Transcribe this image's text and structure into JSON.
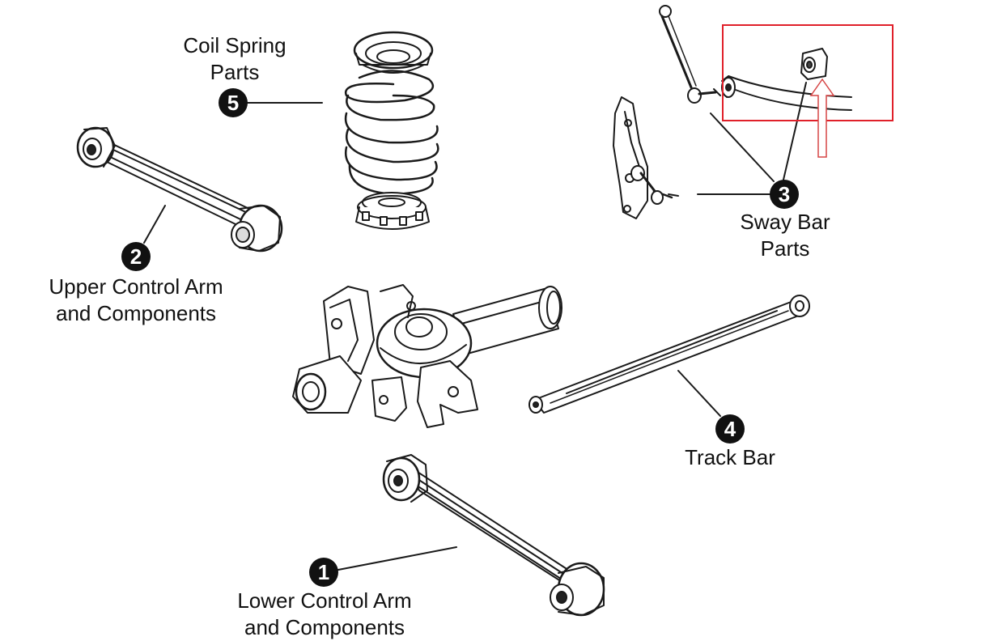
{
  "callouts": [
    {
      "number": "1",
      "line1": "Lower Control Arm",
      "line2": "and Components"
    },
    {
      "number": "2",
      "line1": "Upper Control Arm",
      "line2": "and Components"
    },
    {
      "number": "3",
      "line1": "Sway Bar",
      "line2": "Parts"
    },
    {
      "number": "4",
      "line1": "Track Bar",
      "line2": ""
    },
    {
      "number": "5",
      "line1": "Coil Spring",
      "line2": "Parts"
    }
  ],
  "colors": {
    "line": "#1a1a1a",
    "badge": "#111111",
    "highlight_box": "#e0202a",
    "highlight_arrow": "#d64545"
  },
  "icons": [
    "lower-control-arm",
    "upper-control-arm",
    "sway-bar-link",
    "sway-bar-bushing",
    "track-bar",
    "coil-spring",
    "axle-housing",
    "up-arrow"
  ]
}
